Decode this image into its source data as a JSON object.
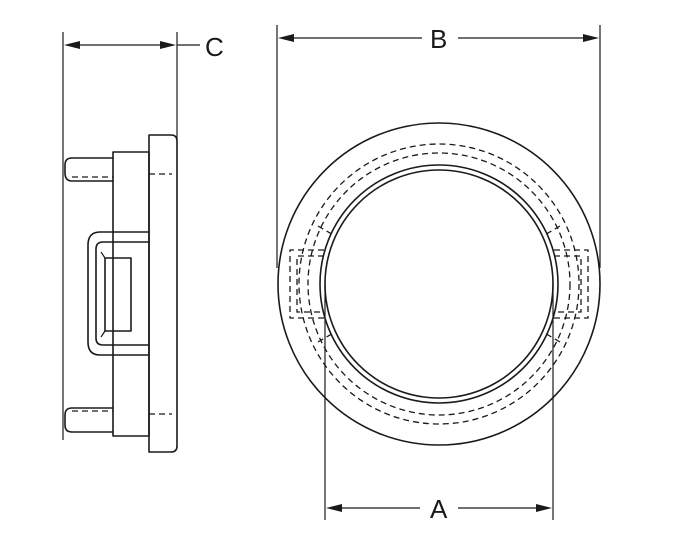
{
  "dimensions": {
    "a_label": "A",
    "b_label": "B",
    "c_label": "C"
  },
  "colors": {
    "line": "#1a1a1a",
    "background": "#ffffff"
  }
}
